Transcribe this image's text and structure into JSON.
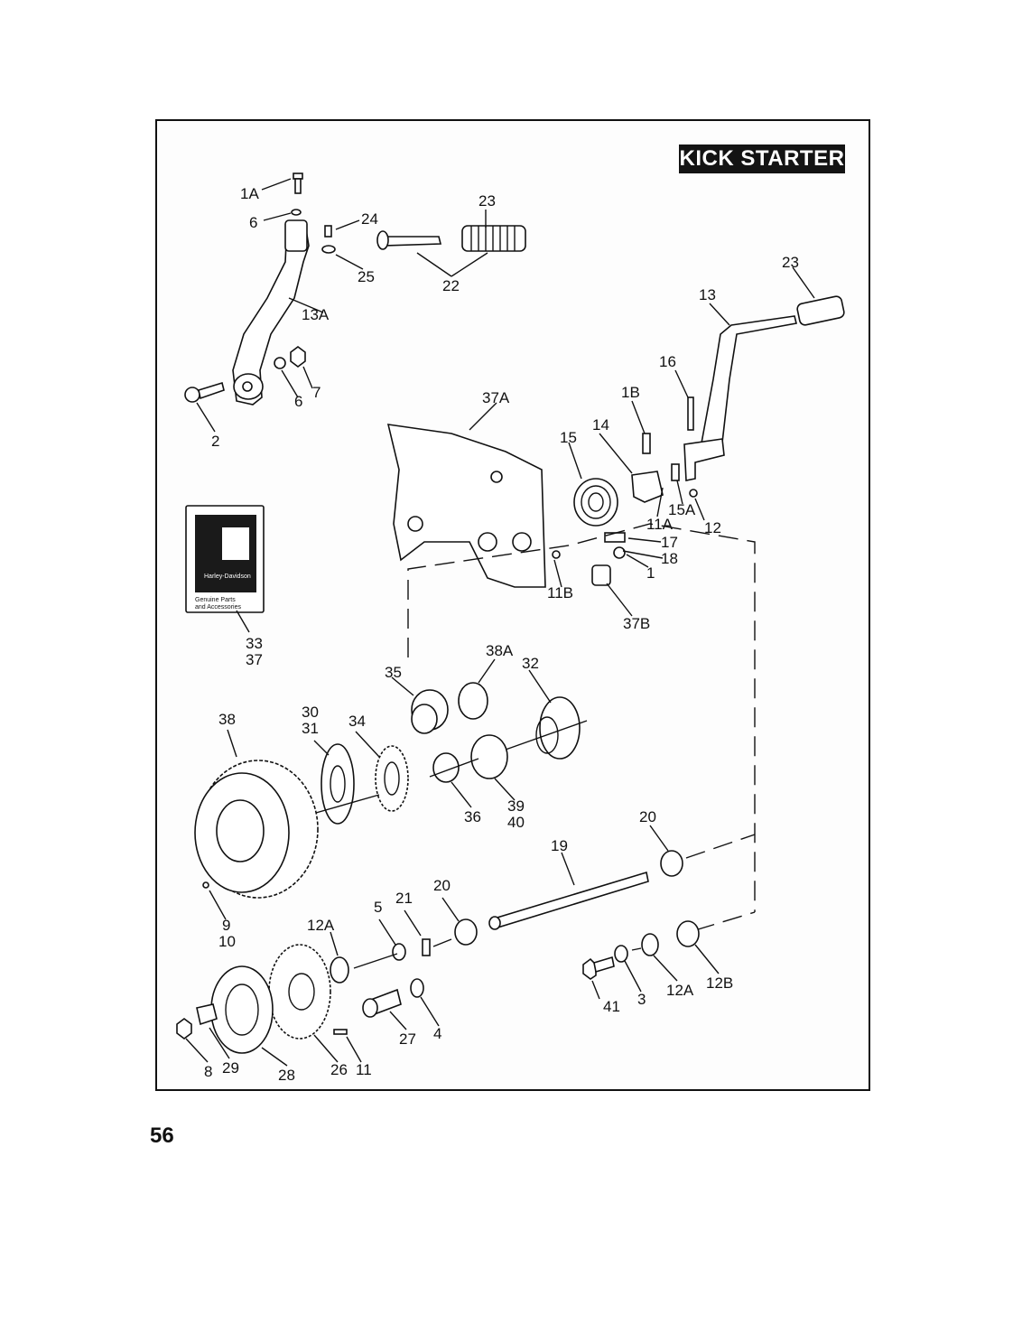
{
  "title": "KICK STARTER",
  "page_number": "56",
  "brand_box": {
    "line1": "Harley-Davidson",
    "line2": "Genuine Parts",
    "line3": "and Accessories"
  },
  "callouts": [
    "1A",
    "6",
    "24",
    "23",
    "25",
    "22",
    "13A",
    "2",
    "7",
    "6",
    "23",
    "13",
    "16",
    "1B",
    "37A",
    "14",
    "15",
    "15A",
    "12",
    "11A",
    "17",
    "18",
    "1",
    "11B",
    "37B",
    "33",
    "37",
    "38A",
    "35",
    "32",
    "38",
    "30",
    "31",
    "34",
    "36",
    "39",
    "40",
    "20",
    "19",
    "9",
    "10",
    "12A",
    "5",
    "21",
    "20",
    "4",
    "27",
    "41",
    "3",
    "12A",
    "12B",
    "8",
    "29",
    "28",
    "26",
    "11"
  ]
}
